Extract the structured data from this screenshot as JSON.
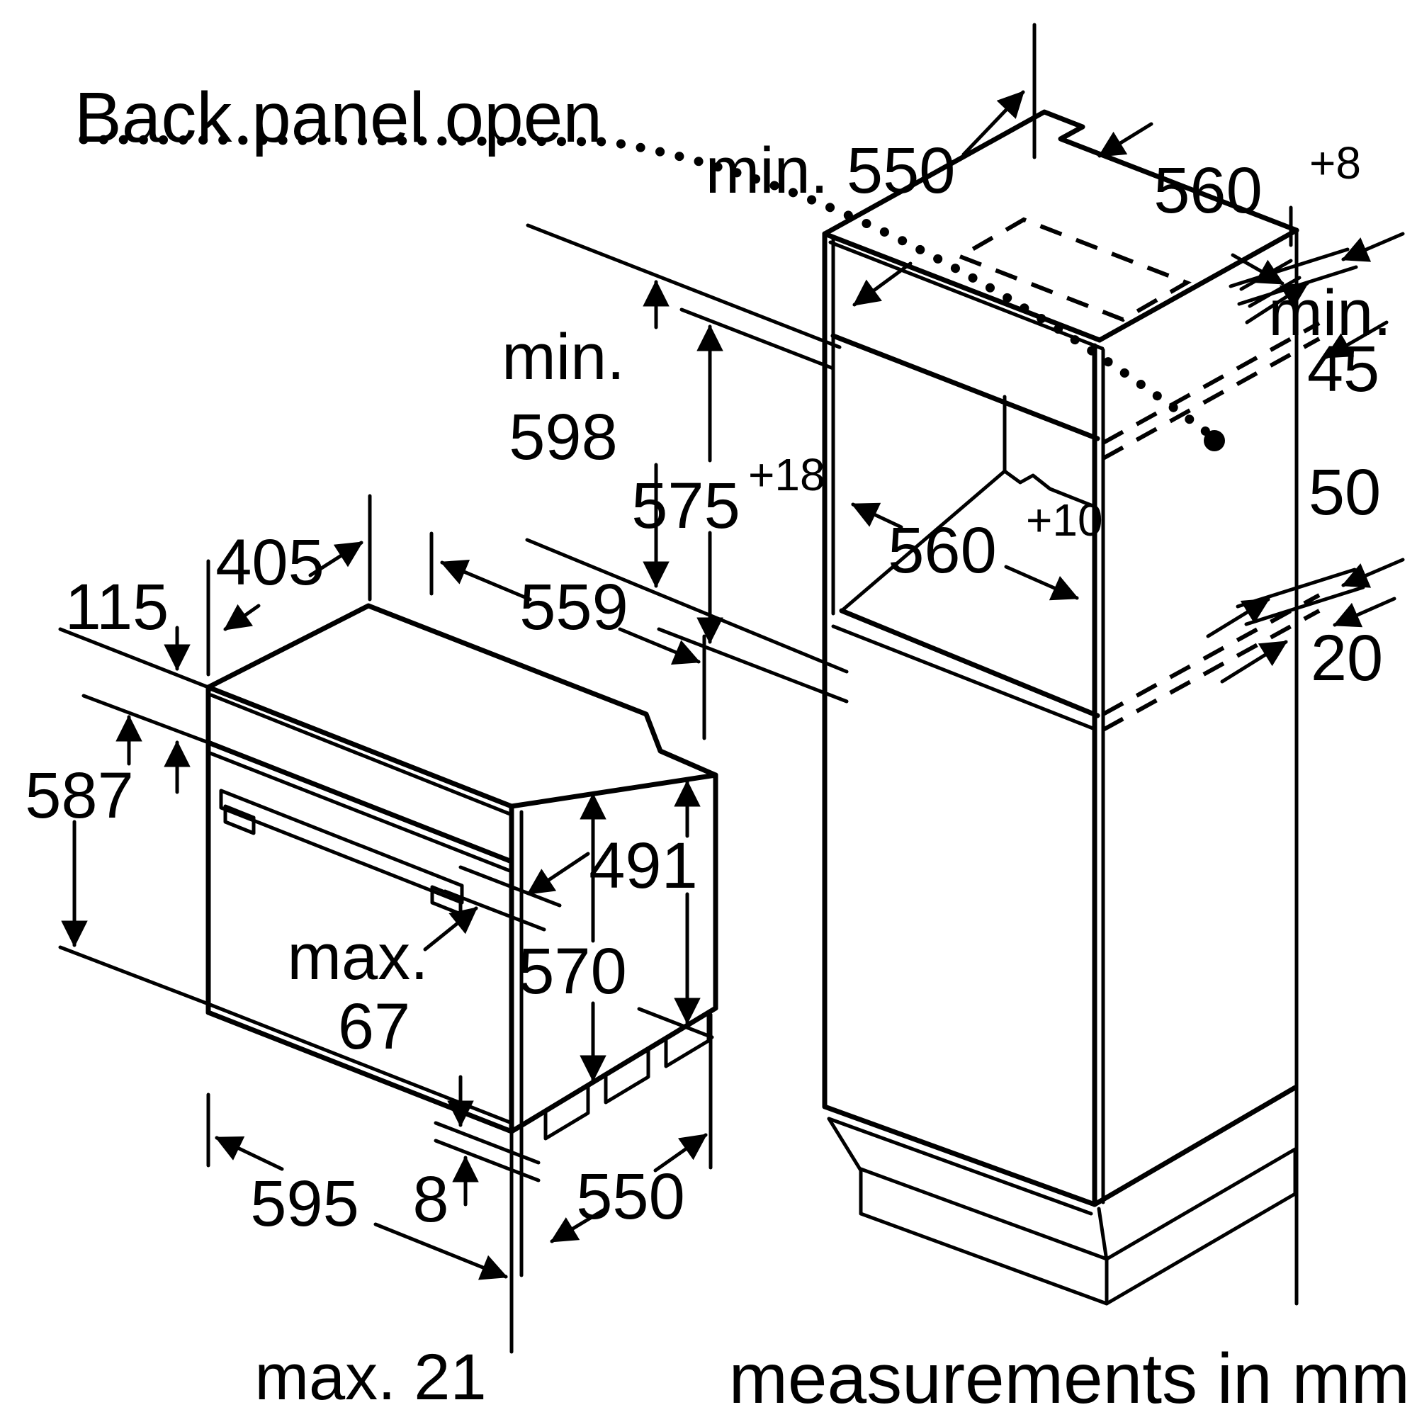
{
  "title": "Back panel open",
  "footer": "measurements in mm",
  "colors": {
    "line": "#000000",
    "background": "#ffffff"
  },
  "dimensions": {
    "oven": {
      "d115": "115",
      "d405": "405",
      "d559": "559",
      "d587": "587",
      "max67_l1": "max.",
      "max67_l2": "67",
      "d570": "570",
      "d491": "491",
      "d595": "595",
      "d8": "8",
      "d550": "550",
      "max21": "max. 21"
    },
    "cabinet": {
      "min550": "min. 550",
      "d560_top": "560",
      "d560_top_tol": "+8",
      "min598_l1": "min.",
      "min598_l2": "598",
      "d575": "575",
      "d575_tol": "+18",
      "min45_l1": "min.",
      "min45_l2": "45",
      "d50": "50",
      "d20": "20",
      "d560_niche": "560",
      "d560_niche_tol": "+10"
    }
  }
}
